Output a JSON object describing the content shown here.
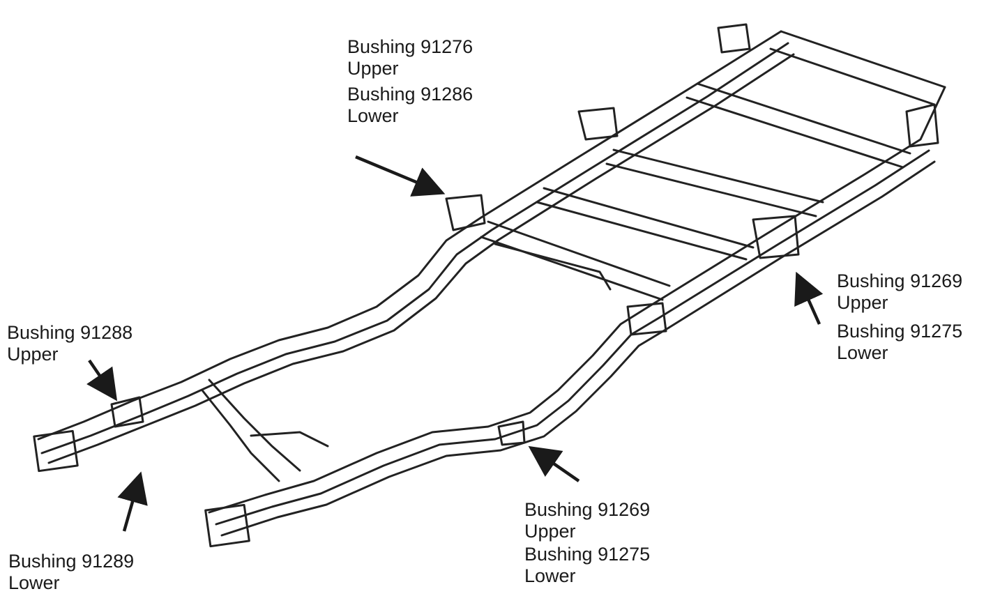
{
  "callouts": {
    "top_center": {
      "upper": "Bushing 91276",
      "upper_sub": "Upper",
      "lower": "Bushing 91286",
      "lower_sub": "Lower"
    },
    "right": {
      "upper": "Bushing 91269",
      "upper_sub": "Upper",
      "lower": "Bushing 91275",
      "lower_sub": "Lower"
    },
    "left_upper": {
      "text": "Bushing 91288",
      "sub": "Upper"
    },
    "left_lower": {
      "text": "Bushing 91289",
      "sub": "Lower"
    },
    "bottom_center": {
      "upper": "Bushing 91269",
      "upper_sub": "Upper",
      "lower": "Bushing 91275",
      "lower_sub": "Lower"
    }
  },
  "colors": {
    "line": "#222222",
    "arrow": "#1a1a1a",
    "background": "#ffffff"
  }
}
